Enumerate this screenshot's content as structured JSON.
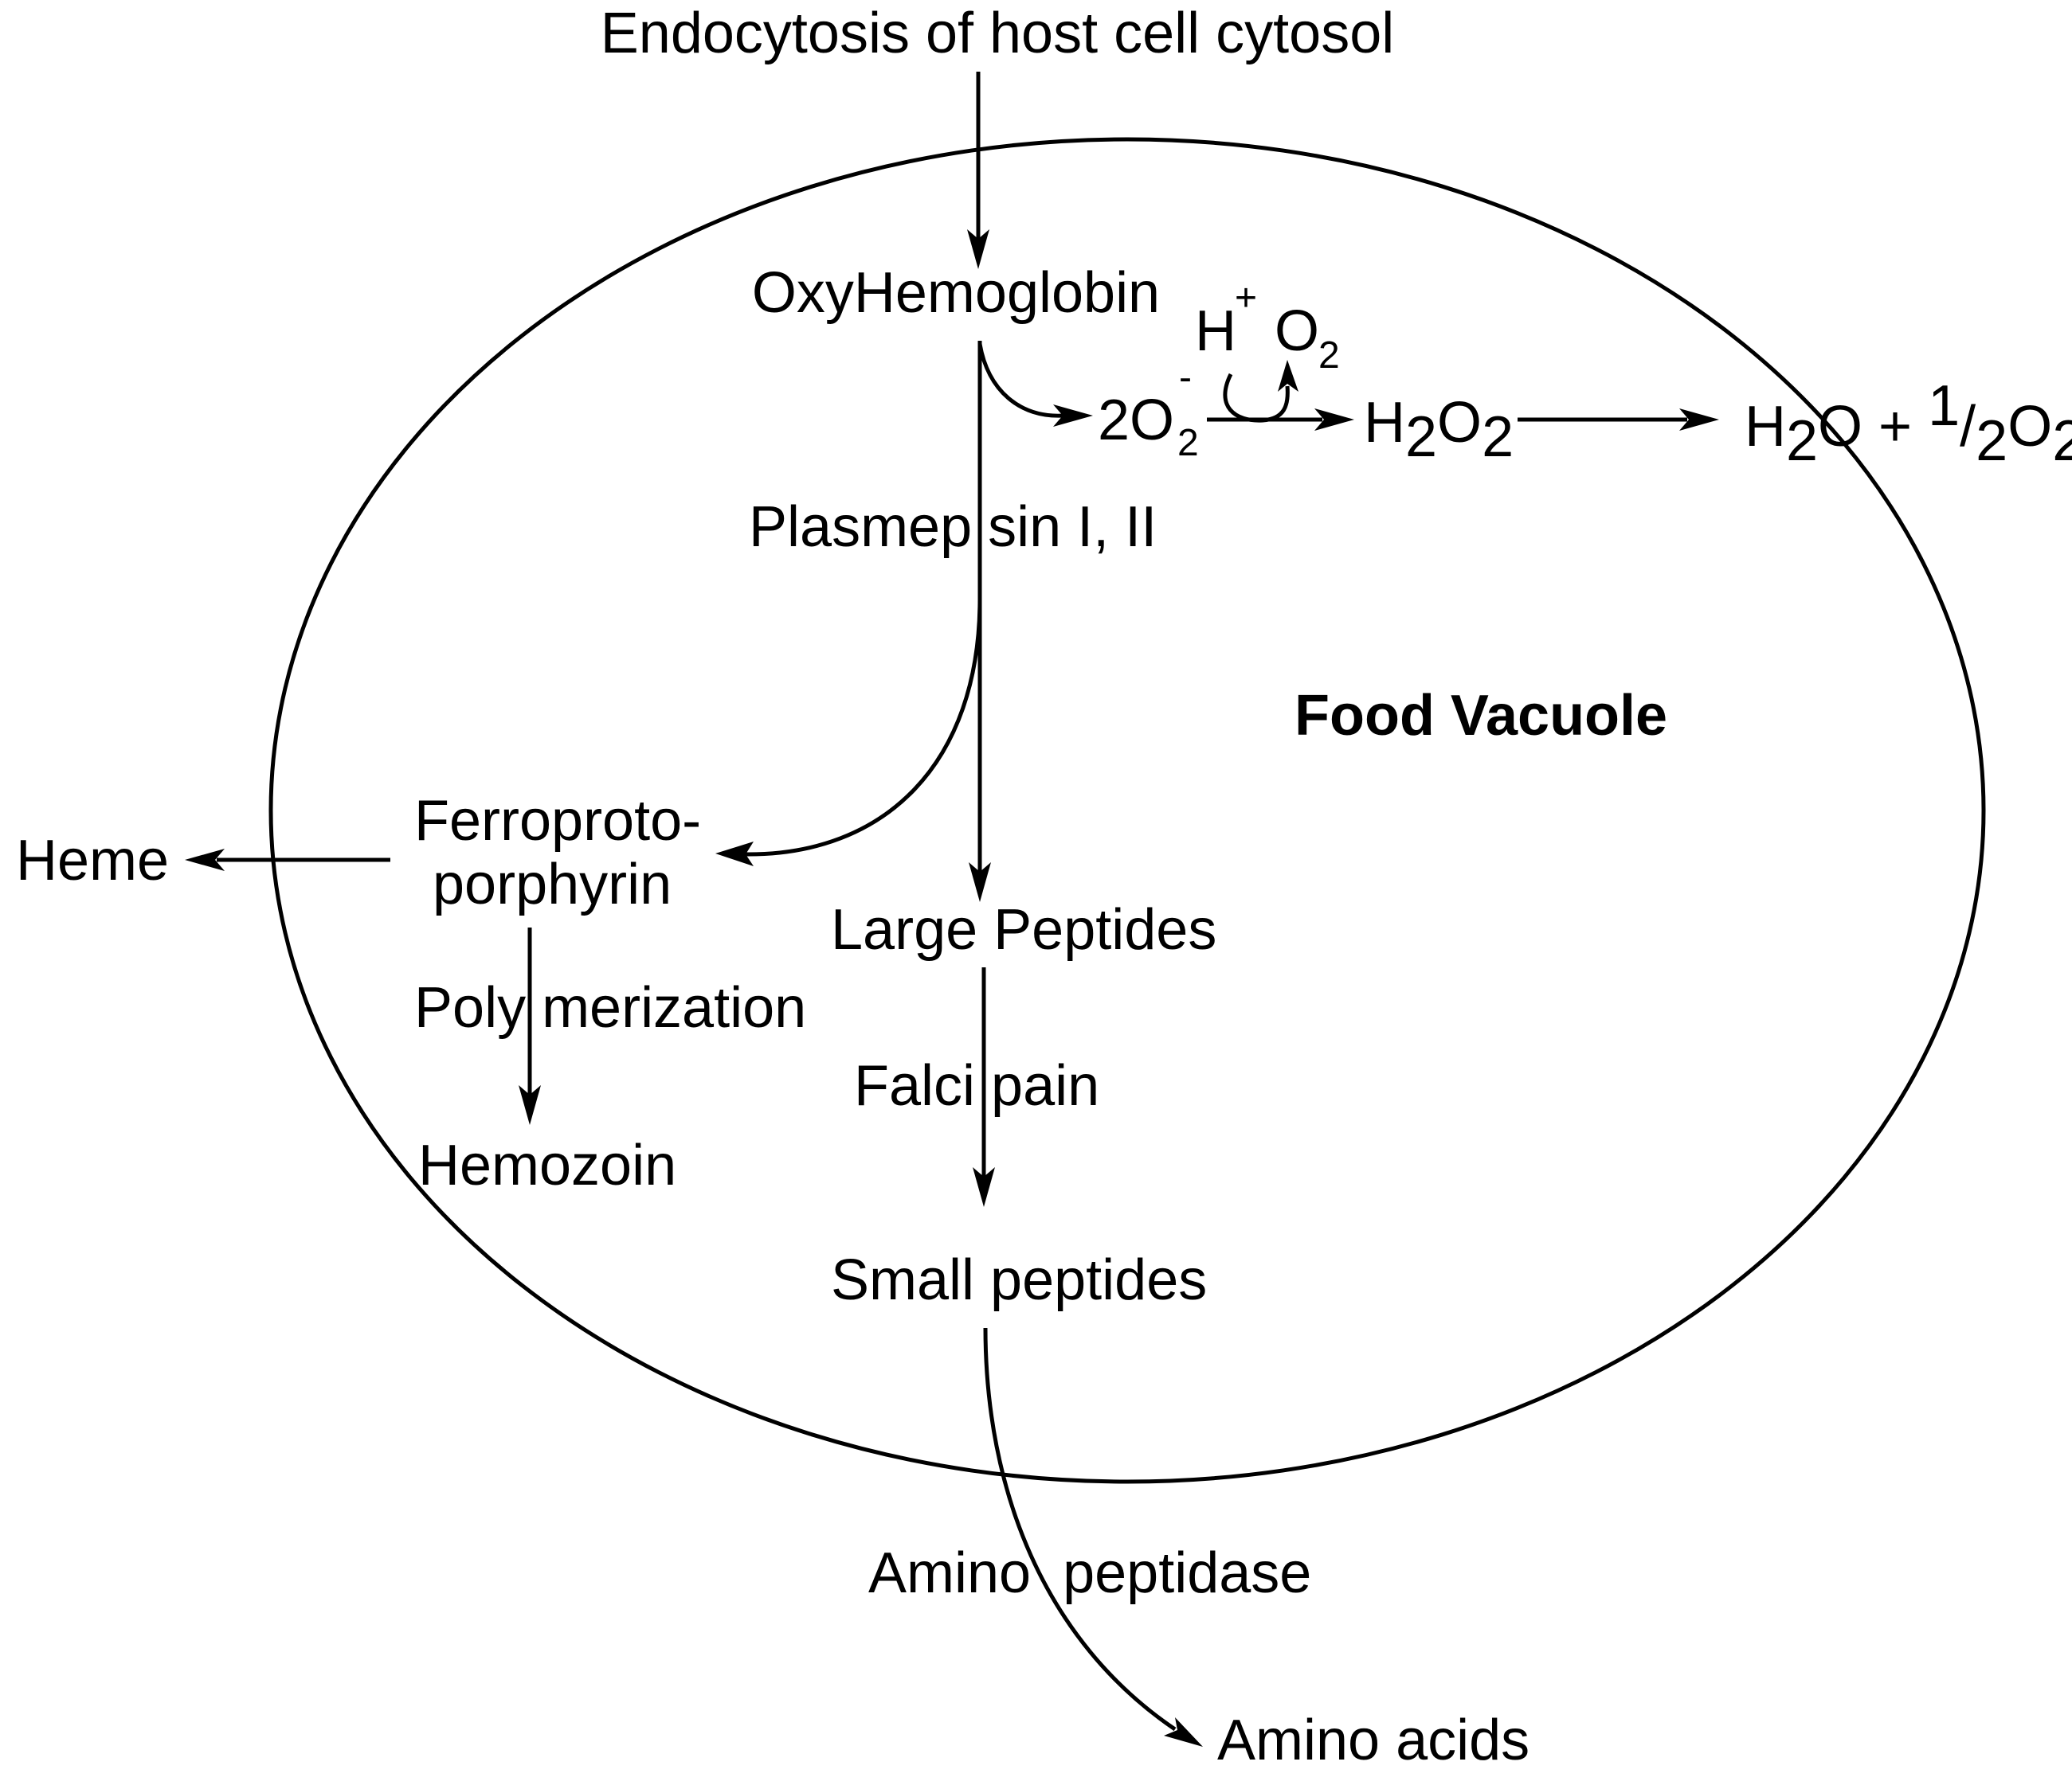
{
  "labels": {
    "top": "Endocytosis of host cell cytosol",
    "oxyhemoglobin": "OxyHemoglobin",
    "h_plus": "H",
    "plus_sign": "+",
    "o2_symbol": "O",
    "sub_2": "2",
    "superoxide_coeff": "2O",
    "minus_sign": "-",
    "h2o2_h": "H",
    "h2o2_o": "O",
    "water_h": "H",
    "water_rest": "O + ",
    "half_num": "1",
    "half_slash": "/",
    "half_den": "2",
    "water_o": "O",
    "plasmepsin": "Plasmep sin I, II",
    "food_vacuole": "Food Vacuole",
    "ferro_line1": "Ferroproto-",
    "ferro_line2": "porphyrin",
    "heme": "Heme",
    "polymerization": "Poly merization",
    "hemozoin": "Hemozoin",
    "large_peptides": "Large Peptides",
    "falcipain": "Falci pain",
    "small_peptides": "Small peptides",
    "aminopeptidase": "Amino  peptidase",
    "amino_acids": "Amino acids"
  }
}
